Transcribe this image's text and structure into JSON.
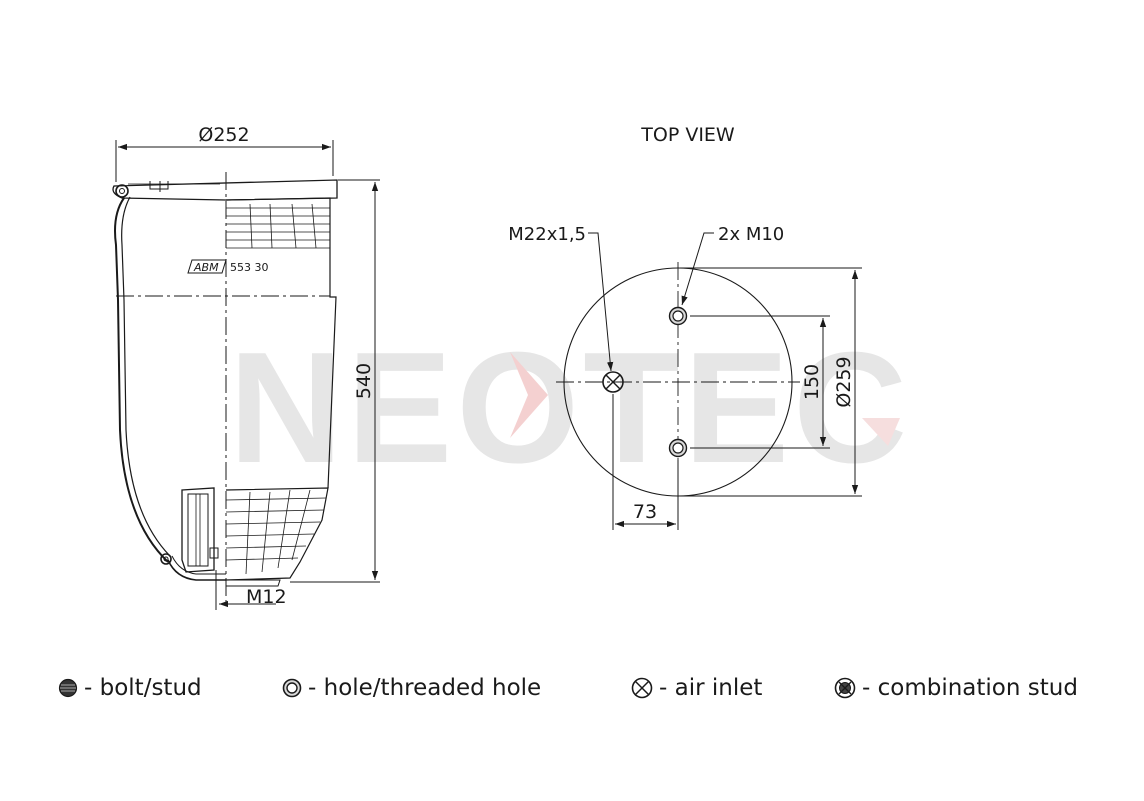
{
  "diagram": {
    "side_view": {
      "diameter_label": "Ø252",
      "height_label": "540",
      "thread_label": "M12",
      "stamp_brand": "ABM",
      "stamp_number": "553 30"
    },
    "top_view": {
      "title": "TOP VIEW",
      "air_inlet_label": "M22x1,5",
      "holes_label": "2x M10",
      "hole_spacing_label": "150",
      "diameter_label": "Ø259",
      "offset_label": "73"
    },
    "watermark": {
      "text": "NEOTEC",
      "color": "#e6e6e6",
      "accent_color": "#f4d4d4"
    },
    "legend": [
      {
        "icon": "bolt-stud-icon",
        "label": "- bolt/stud"
      },
      {
        "icon": "hole-icon",
        "label": "- hole/threaded hole"
      },
      {
        "icon": "air-inlet-icon",
        "label": "- air inlet"
      },
      {
        "icon": "combination-stud-icon",
        "label": "- combination stud"
      }
    ]
  }
}
